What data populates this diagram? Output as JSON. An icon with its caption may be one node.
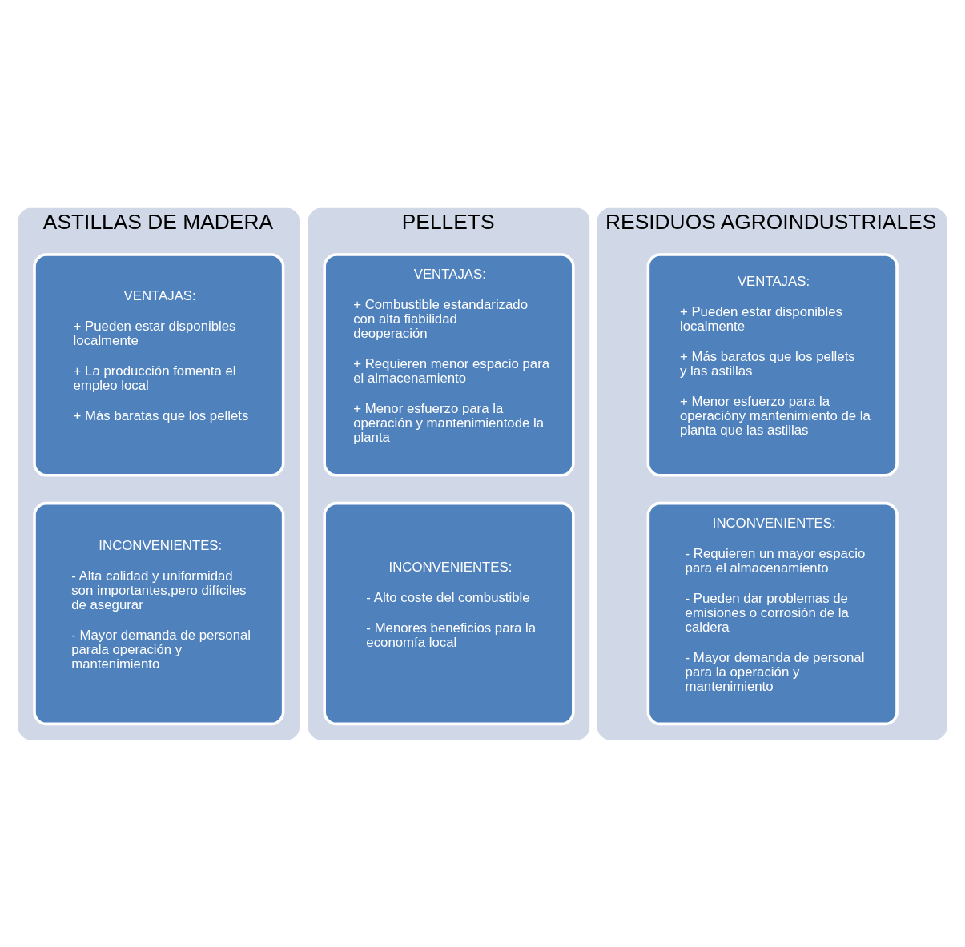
{
  "diagram": {
    "nodes": [
      {
        "text": [
          "ASTILLAS DE MADERA"
        ]
      },
      {
        "text": [
          "VENTAJAS:",
          "+ Pueden estar disponibles localmente",
          "+ La producción fomenta el empleo local",
          "+ Más baratas que los pellets"
        ],
        "in": 0
      },
      {
        "text": [
          "INCONVENIENTES:",
          "- Alta calidad y uniformidad son importantes,pero difíciles de asegurar",
          "- Mayor demanda de personal parala operación y mantenimiento"
        ],
        "in": 0
      },
      {
        "text": [
          "PELLETS"
        ]
      },
      {
        "text": [
          "VENTAJAS:",
          "+ Combustible estandarizado con alta fiabilidad deoperación",
          "+ Requieren menor espacio para el almacenamiento",
          "+ Menor esfuerzo para la operación y mantenimientode la planta"
        ],
        "in": 3
      },
      {
        "text": [
          "INCONVENIENTES:",
          "- Alto coste del combustible",
          "- Menores beneficios para la economía local"
        ],
        "in": 3
      },
      {
        "text": [
          "RESIDUOS AGROINDUSTRIALES"
        ]
      },
      {
        "text": [
          "VENTAJAS:",
          "+ Pueden estar disponibles localmente",
          "+ Más baratos que los pellets y las astillas",
          "+ Menor esfuerzo para la operacióny mantenimiento de la planta que las astillas"
        ],
        "in": 6
      },
      {
        "text": [
          "INCONVENIENTES:",
          "- Requieren un mayor espacio para el almacenamiento",
          "- Pueden dar problemas de emisiones o corrosión de la caldera",
          "- Mayor demanda de personal para la operación y mantenimiento"
        ],
        "in": 6
      }
    ],
    "edges": []
  }
}
